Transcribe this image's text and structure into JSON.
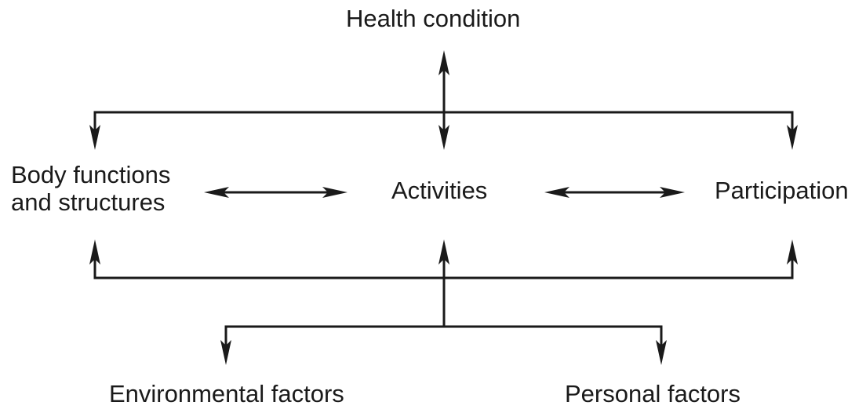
{
  "nodes": {
    "health_condition": "Health condition",
    "body_functions": [
      "Body functions",
      "and structures"
    ],
    "activities": "Activities",
    "participation": "Participation",
    "environmental_factors": "Environmental factors",
    "personal_factors": "Personal factors"
  },
  "connections": [
    {
      "from": "health_condition",
      "to": "activities",
      "direction": "both"
    },
    {
      "from": "health_condition",
      "to": "body_functions",
      "direction": "to"
    },
    {
      "from": "health_condition",
      "to": "participation",
      "direction": "to"
    },
    {
      "from": "body_functions",
      "to": "activities",
      "direction": "both"
    },
    {
      "from": "activities",
      "to": "participation",
      "direction": "both"
    },
    {
      "from": "contextual_factors",
      "to": "activities",
      "direction": "to"
    },
    {
      "from": "contextual_factors",
      "to": "body_functions",
      "direction": "to"
    },
    {
      "from": "contextual_factors",
      "to": "participation",
      "direction": "to"
    },
    {
      "from": "contextual_factors",
      "to": "environmental_factors",
      "direction": "to"
    },
    {
      "from": "contextual_factors",
      "to": "personal_factors",
      "direction": "to"
    }
  ],
  "colors": {
    "line": "#1a1a1a",
    "background": "#ffffff"
  }
}
